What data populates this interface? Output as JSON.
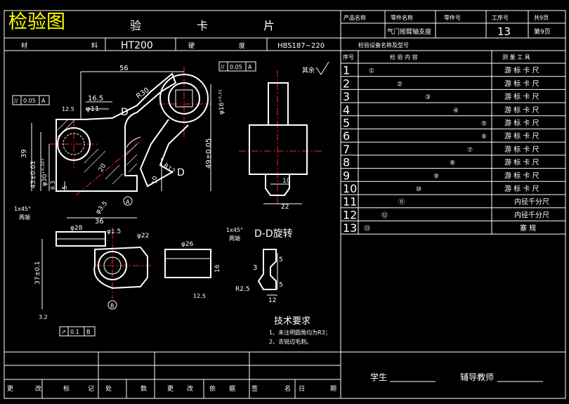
{
  "badge": "检验图",
  "header": {
    "title_chars": [
      "验",
      "卡",
      "片"
    ],
    "col_product": "产品名称",
    "col_part_name": "零件名称",
    "col_part_no": "零件号",
    "col_process_no": "工序号",
    "total_pages": "共9页",
    "part_name_value": "气门摇臂轴支座",
    "process_no_value": "13",
    "page_no_value": "第9页",
    "material_label_1": "材",
    "material_label_2": "料",
    "material_value": "HT200",
    "hardness_label_1": "硬",
    "hardness_label_2": "度",
    "hardness_value": "HBS187~220",
    "equipment_label": "检验设备名称及型号"
  },
  "inspection_table": {
    "col_no": "序号",
    "col_content": "检 验 内 容",
    "col_tool": "测 量 工 具",
    "rows": [
      {
        "no": "1",
        "mark": "①",
        "tool": "游 标 卡 尺"
      },
      {
        "no": "2",
        "mark": "②",
        "tool": "游 标 卡 尺"
      },
      {
        "no": "3",
        "mark": "③",
        "tool": "游 标 卡 尺"
      },
      {
        "no": "4",
        "mark": "④",
        "tool": "游 标 卡 尺"
      },
      {
        "no": "5",
        "mark": "⑤",
        "tool": "游 标 卡 尺"
      },
      {
        "no": "6",
        "mark": "⑥",
        "tool": "游 标 卡 尺"
      },
      {
        "no": "7",
        "mark": "⑦",
        "tool": "游 标 卡 尺"
      },
      {
        "no": "8",
        "mark": "⑧",
        "tool": "游 标 卡 尺"
      },
      {
        "no": "9",
        "mark": "⑨",
        "tool": "游 标 卡 尺"
      },
      {
        "no": "10",
        "mark": "⑩",
        "tool": "游 标 卡 尺"
      },
      {
        "no": "11",
        "mark": "⑪",
        "tool": "内径千分尺"
      },
      {
        "no": "12",
        "mark": "⑫",
        "tool": "内径千分尺"
      },
      {
        "no": "13",
        "mark": "⑬",
        "tool": "塞 规"
      }
    ]
  },
  "footer": {
    "labels": [
      "更",
      "改",
      "标",
      "记",
      "处",
      "数",
      "更",
      "改",
      "依",
      "据",
      "签",
      "名",
      "日",
      "期"
    ],
    "student_label": "学生",
    "advisor_label": "辅导教师"
  },
  "drawing": {
    "dims": {
      "d56": "56",
      "d16_5": "16.5",
      "d11": "φ11",
      "d30": "R30",
      "d16h": "φ16⁺⁰·¹¹",
      "d39": "39",
      "d30_027": "φ30⁺⁰·⁰²⁷",
      "d49": "49±0.05",
      "d43": "43±0.03",
      "d5": "5",
      "d10": "10",
      "d12": "R12",
      "d20": "20",
      "d35": "φ3.5",
      "d28": "φ28",
      "d36": "36",
      "d15": "φ1.5",
      "d22": "φ22",
      "d26": "φ26",
      "d3": "3",
      "d16v": "16",
      "d37": "37±0.1",
      "r25": "R2.5",
      "d12b": "12",
      "d22b": "22",
      "d10b": "10",
      "d1x45": "1x45°",
      "both": "两端",
      "qiyu": "其余",
      "ra125": "12.5",
      "ra32": "3.2",
      "ra63": "6.3"
    },
    "tol_boxes": [
      {
        "sym": "//",
        "val": "0.05",
        "ref": "A"
      },
      {
        "sym": "//",
        "val": "0.05",
        "ref": "A"
      },
      {
        "sym": "↗",
        "val": "0.1",
        "ref": "B"
      }
    ],
    "datum_A": "A",
    "datum_B": "B",
    "section_D": "D",
    "section_label": "D-D旋转",
    "tech_title": "技术要求",
    "tech_items": [
      "1、未注明圆角均为R3；",
      "2、去锐边毛刺。"
    ]
  },
  "colors": {
    "background": "#000000",
    "lines": "#ffffff",
    "centerlines": "#ff2020",
    "badge": "#ffff00"
  }
}
